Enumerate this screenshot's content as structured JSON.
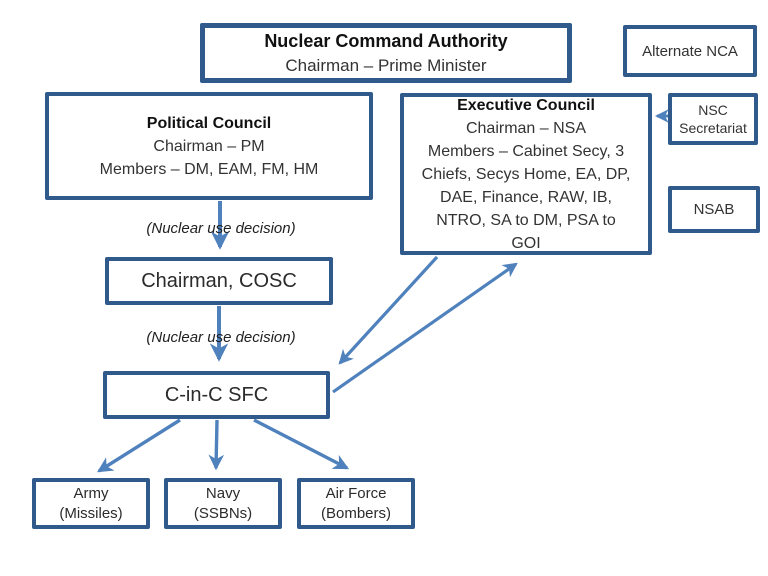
{
  "diagram": {
    "nca": {
      "title": "Nuclear Command Authority",
      "subtitle": "Chairman – Prime Minister"
    },
    "alternate_nca": {
      "label": "Alternate NCA"
    },
    "political_council": {
      "title": "Political Council",
      "chairman_line": "Chairman – PM",
      "members_line": "Members – DM, EAM, FM, HM"
    },
    "executive_council": {
      "title": "Executive Council",
      "chairman_line": "Chairman – NSA",
      "members_lines": [
        "Members – Cabinet Secy, 3",
        "Chiefs, Secys Home, EA, DP,",
        "DAE, Finance, RAW, IB,",
        "NTRO, SA to DM, PSA to",
        "GOI"
      ]
    },
    "nsc_secretariat": {
      "label": "NSC Secretariat"
    },
    "nsab": {
      "label": "NSAB"
    },
    "decision_label_1": "(Nuclear use decision)",
    "decision_label_2": "(Nuclear use decision)",
    "chairman_cosc": {
      "label": "Chairman, COSC"
    },
    "cinc_sfc": {
      "label": "C-in-C SFC"
    },
    "army": {
      "title": "Army",
      "subtitle": "(Missiles)"
    },
    "navy": {
      "title": "Navy",
      "subtitle": "(SSBNs)"
    },
    "air_force": {
      "title": "Air Force",
      "subtitle": "(Bombers)"
    },
    "colors": {
      "box_border": "#305a8b",
      "arrow": "#4f81bd",
      "text": "#262626"
    }
  }
}
